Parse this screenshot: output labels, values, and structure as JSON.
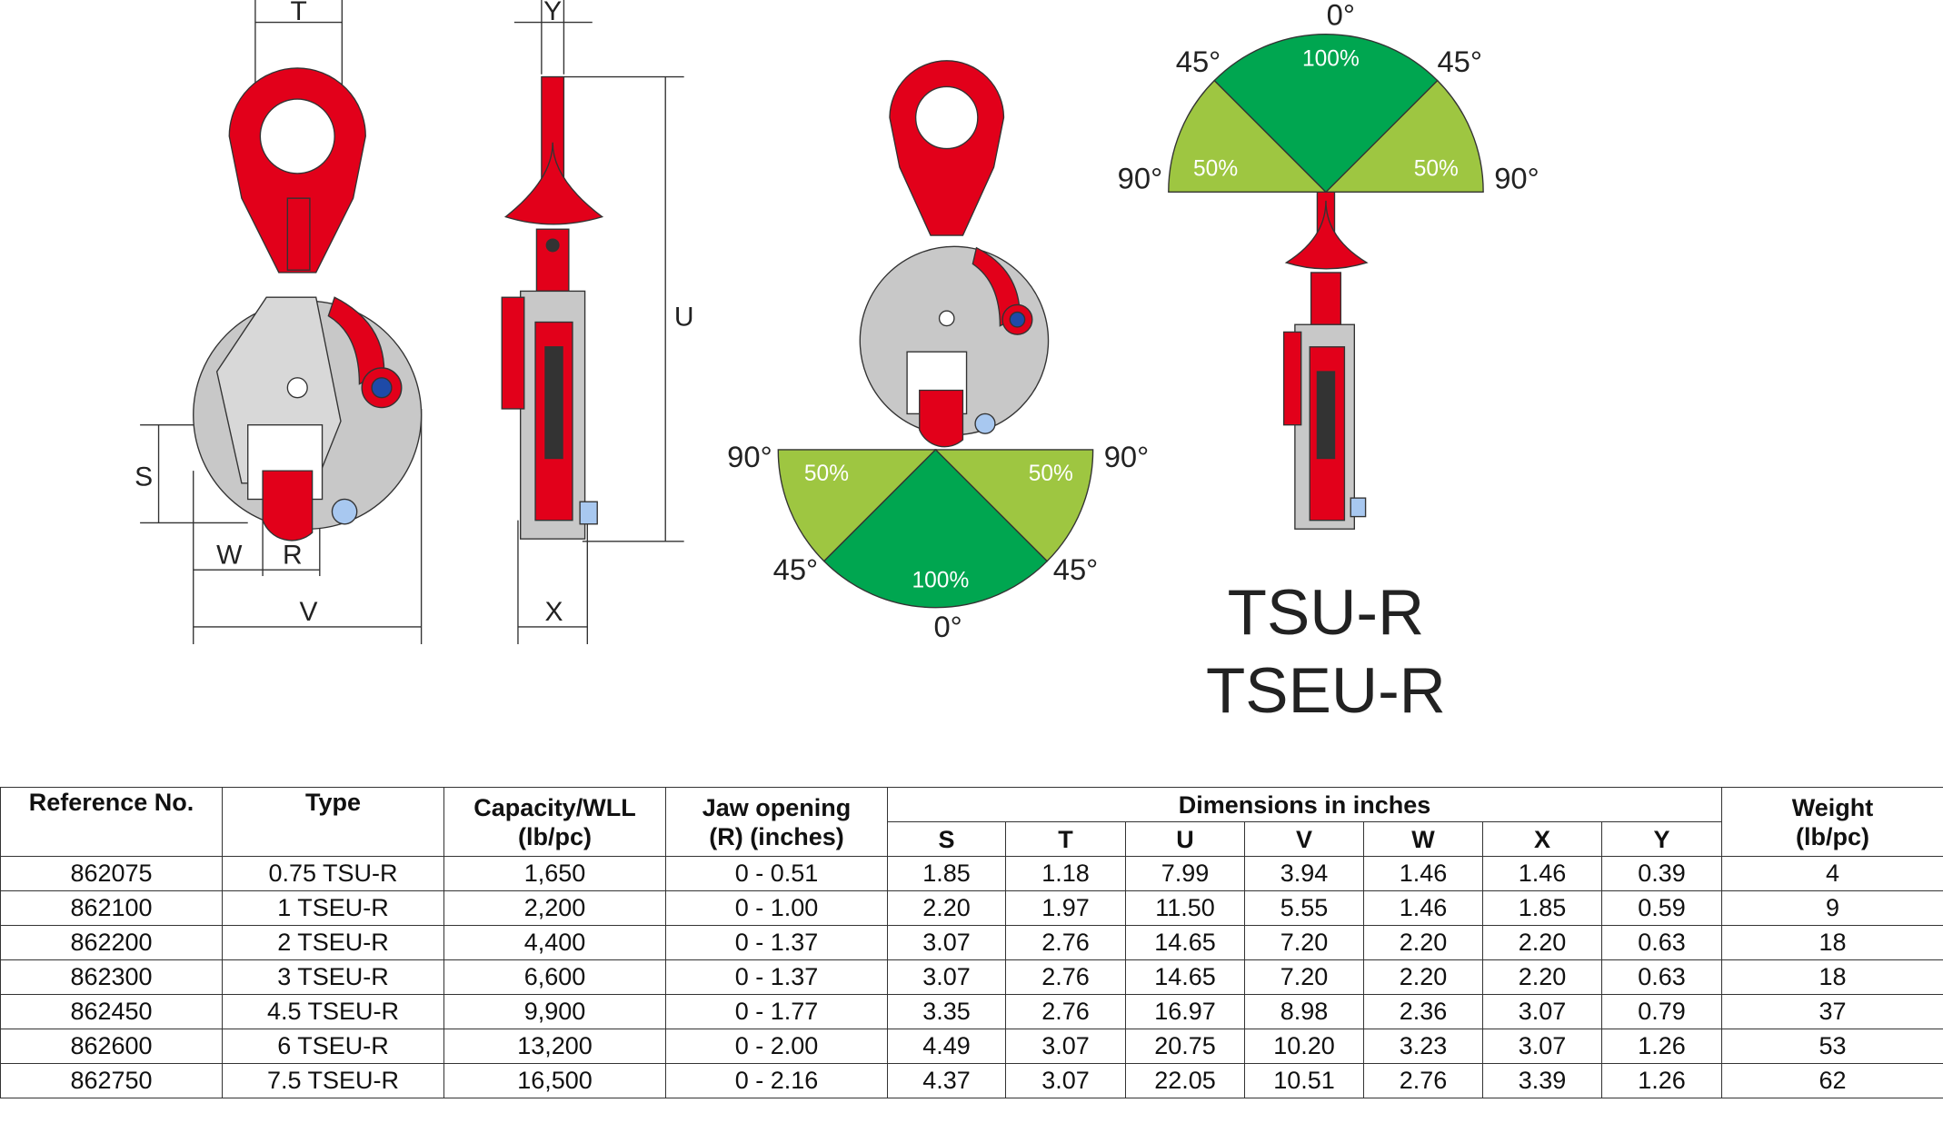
{
  "title_lines": [
    "TSU-R",
    "TSEU-R"
  ],
  "dimension_labels": {
    "T": "T",
    "Y": "Y",
    "U": "U",
    "S": "S",
    "W": "W",
    "R": "R",
    "V": "V",
    "X": "X"
  },
  "angle_diagram_bottom": {
    "deg_90_left": "90°",
    "deg_90_right": "90°",
    "deg_45_left": "45°",
    "deg_45_right": "45°",
    "deg_0": "0°",
    "pct_center": "100%",
    "pct_left": "50%",
    "pct_right": "50%"
  },
  "angle_diagram_top": {
    "deg_0": "0°",
    "deg_45_left": "45°",
    "deg_45_right": "45°",
    "deg_90_left": "90°",
    "deg_90_right": "90°",
    "pct_center": "100%",
    "pct_left": "50%",
    "pct_right": "50%"
  },
  "colors": {
    "red": "#e2001a",
    "grey": "#c8c8c8",
    "green": "#00a650",
    "light_green": "#9ec641",
    "blue": "#1e4aa8"
  },
  "table": {
    "headers": {
      "ref": "Reference No.",
      "type": "Type",
      "capacity": "Capacity/WLL",
      "capacity_unit": "(lb/pc)",
      "jaw": "Jaw opening",
      "jaw_unit": "(R) (inches)",
      "dimensions": "Dimensions in inches",
      "weight": "Weight",
      "weight_unit": "(lb/pc)",
      "dims": [
        "S",
        "T",
        "U",
        "V",
        "W",
        "X",
        "Y"
      ]
    },
    "rows": [
      [
        "862075",
        "0.75 TSU-R",
        "1,650",
        "0 - 0.51",
        "1.85",
        "1.18",
        "7.99",
        "3.94",
        "1.46",
        "1.46",
        "0.39",
        "4"
      ],
      [
        "862100",
        "1 TSEU-R",
        "2,200",
        "0 - 1.00",
        "2.20",
        "1.97",
        "11.50",
        "5.55",
        "1.46",
        "1.85",
        "0.59",
        "9"
      ],
      [
        "862200",
        "2 TSEU-R",
        "4,400",
        "0 - 1.37",
        "3.07",
        "2.76",
        "14.65",
        "7.20",
        "2.20",
        "2.20",
        "0.63",
        "18"
      ],
      [
        "862300",
        "3 TSEU-R",
        "6,600",
        "0 - 1.37",
        "3.07",
        "2.76",
        "14.65",
        "7.20",
        "2.20",
        "2.20",
        "0.63",
        "18"
      ],
      [
        "862450",
        "4.5 TSEU-R",
        "9,900",
        "0 - 1.77",
        "3.35",
        "2.76",
        "16.97",
        "8.98",
        "2.36",
        "3.07",
        "0.79",
        "37"
      ],
      [
        "862600",
        "6 TSEU-R",
        "13,200",
        "0 - 2.00",
        "4.49",
        "3.07",
        "20.75",
        "10.20",
        "3.23",
        "3.07",
        "1.26",
        "53"
      ],
      [
        "862750",
        "7.5 TSEU-R",
        "16,500",
        "0 - 2.16",
        "4.37",
        "3.07",
        "22.05",
        "10.51",
        "2.76",
        "3.39",
        "1.26",
        "62"
      ]
    ]
  }
}
